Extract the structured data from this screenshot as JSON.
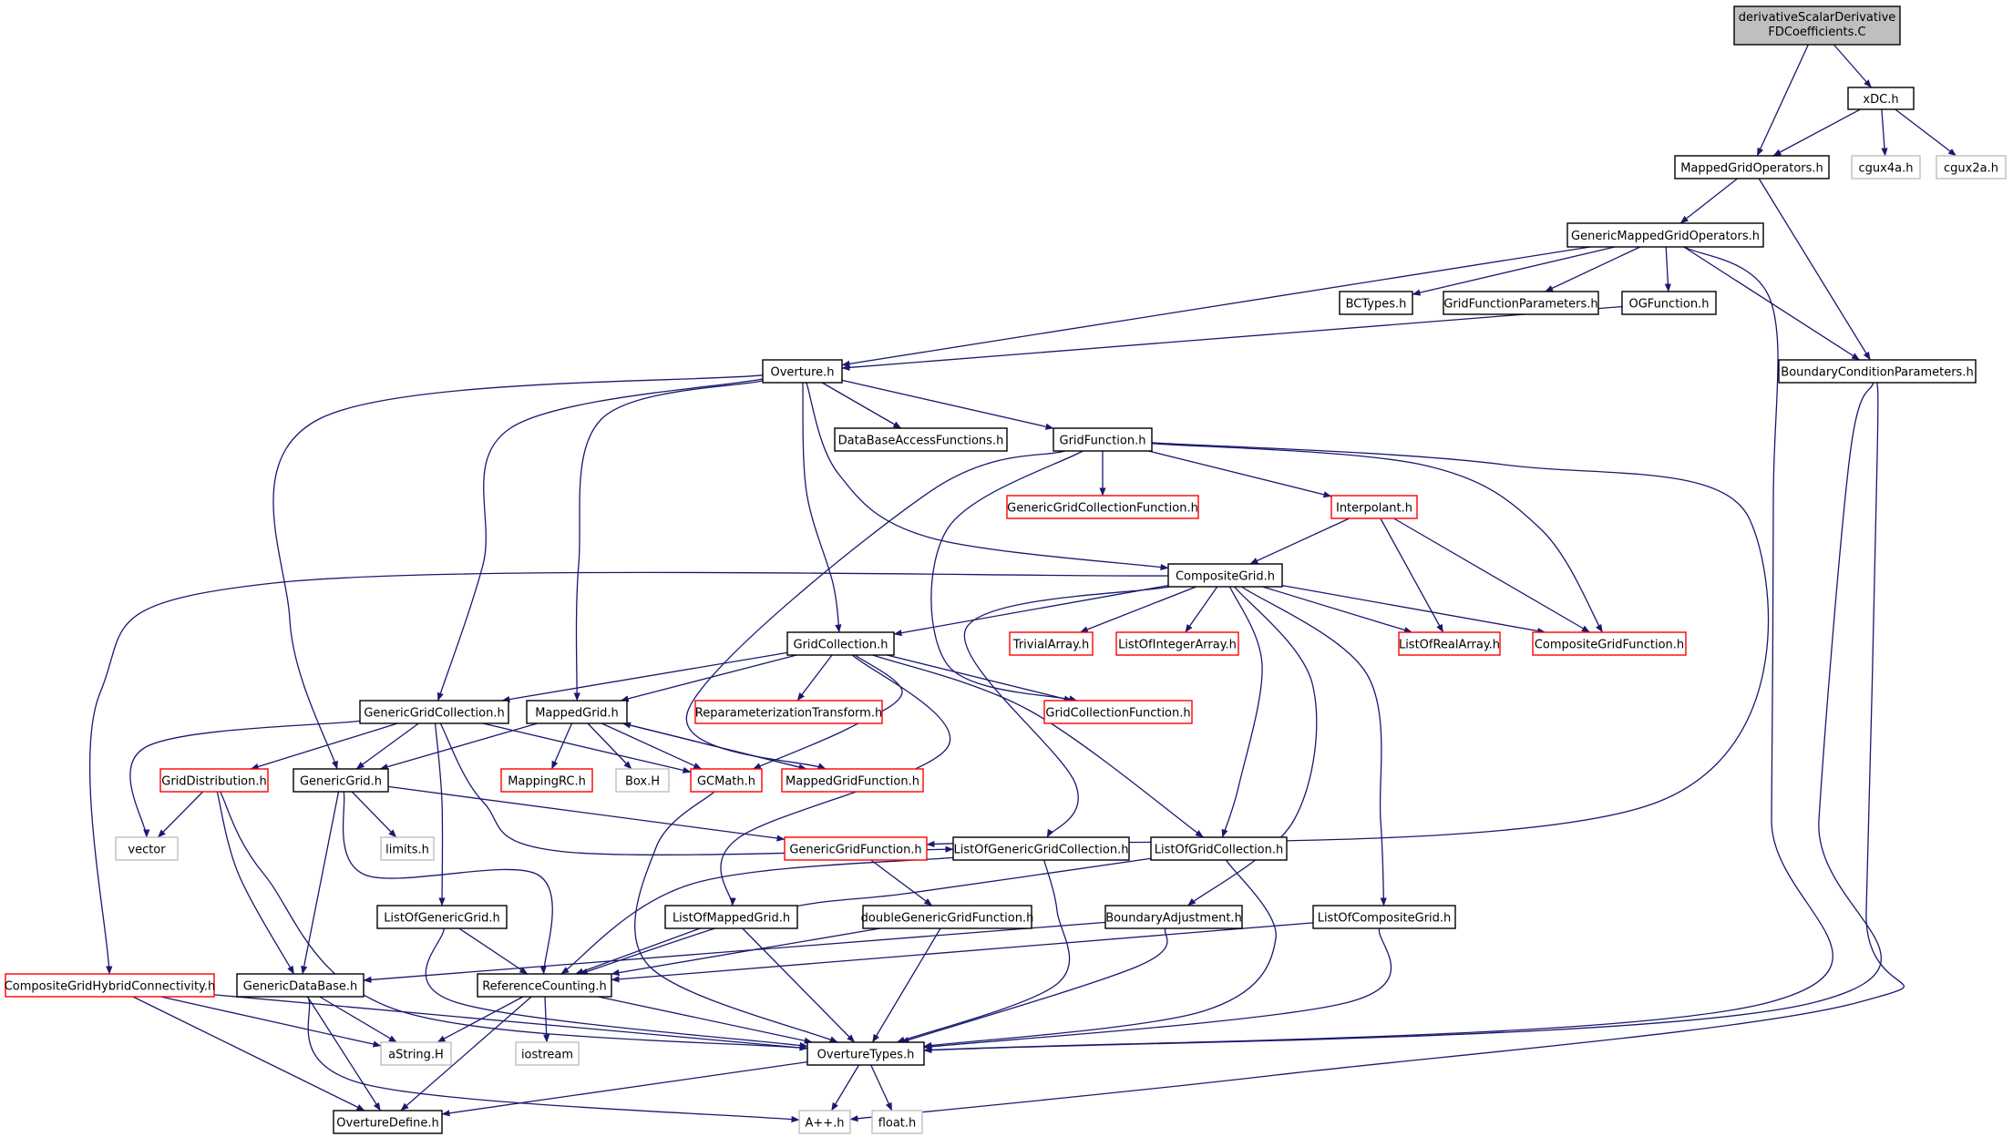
{
  "colors": {
    "edge": "#191970",
    "documented_border": "#000000",
    "red_border": "#ff0000",
    "external_border": "#bfbfbf",
    "root_fill": "#bfbfbf",
    "node_fill": "#ffffff"
  },
  "nodes": [
    {
      "id": "root",
      "label": "derivativeScalarDerivative",
      "label2": "FDCoefficients.C",
      "kind": "root"
    },
    {
      "id": "xDC",
      "label": "xDC.h",
      "kind": "doc"
    },
    {
      "id": "MGO",
      "label": "MappedGridOperators.h",
      "kind": "doc"
    },
    {
      "id": "cgux4a",
      "label": "cgux4a.h",
      "kind": "ext"
    },
    {
      "id": "cgux2a",
      "label": "cgux2a.h",
      "kind": "ext"
    },
    {
      "id": "GMGO",
      "label": "GenericMappedGridOperators.h",
      "kind": "doc"
    },
    {
      "id": "BCTypes",
      "label": "BCTypes.h",
      "kind": "doc"
    },
    {
      "id": "GFP",
      "label": "GridFunctionParameters.h",
      "kind": "doc"
    },
    {
      "id": "OGF",
      "label": "OGFunction.h",
      "kind": "doc"
    },
    {
      "id": "Overture",
      "label": "Overture.h",
      "kind": "doc"
    },
    {
      "id": "BCP",
      "label": "BoundaryConditionParameters.h",
      "kind": "doc"
    },
    {
      "id": "DBAF",
      "label": "DataBaseAccessFunctions.h",
      "kind": "doc"
    },
    {
      "id": "GridFunction",
      "label": "GridFunction.h",
      "kind": "doc"
    },
    {
      "id": "GGCF",
      "label": "GenericGridCollectionFunction.h",
      "kind": "red"
    },
    {
      "id": "Interpolant",
      "label": "Interpolant.h",
      "kind": "red"
    },
    {
      "id": "CompositeGrid",
      "label": "CompositeGrid.h",
      "kind": "doc"
    },
    {
      "id": "GridCollection",
      "label": "GridCollection.h",
      "kind": "doc"
    },
    {
      "id": "TrivialArray",
      "label": "TrivialArray.h",
      "kind": "red"
    },
    {
      "id": "LOIA",
      "label": "ListOfIntegerArray.h",
      "kind": "red"
    },
    {
      "id": "LORA",
      "label": "ListOfRealArray.h",
      "kind": "red"
    },
    {
      "id": "CGF",
      "label": "CompositeGridFunction.h",
      "kind": "red"
    },
    {
      "id": "GGC",
      "label": "GenericGridCollection.h",
      "kind": "doc"
    },
    {
      "id": "MappedGrid",
      "label": "MappedGrid.h",
      "kind": "doc"
    },
    {
      "id": "RPT",
      "label": "ReparameterizationTransform.h",
      "kind": "red"
    },
    {
      "id": "GCF",
      "label": "GridCollectionFunction.h",
      "kind": "red"
    },
    {
      "id": "GridDist",
      "label": "GridDistribution.h",
      "kind": "red"
    },
    {
      "id": "GenericGrid",
      "label": "GenericGrid.h",
      "kind": "doc"
    },
    {
      "id": "MappingRC",
      "label": "MappingRC.h",
      "kind": "red"
    },
    {
      "id": "BoxH",
      "label": "Box.H",
      "kind": "ext"
    },
    {
      "id": "GCMath",
      "label": "GCMath.h",
      "kind": "red"
    },
    {
      "id": "MGF",
      "label": "MappedGridFunction.h",
      "kind": "red"
    },
    {
      "id": "vector",
      "label": "vector",
      "kind": "ext"
    },
    {
      "id": "limits",
      "label": "limits.h",
      "kind": "ext"
    },
    {
      "id": "GGF",
      "label": "GenericGridFunction.h",
      "kind": "red"
    },
    {
      "id": "LOGGC",
      "label": "ListOfGenericGridCollection.h",
      "kind": "doc"
    },
    {
      "id": "LOGC",
      "label": "ListOfGridCollection.h",
      "kind": "doc"
    },
    {
      "id": "LOGG",
      "label": "ListOfGenericGrid.h",
      "kind": "doc"
    },
    {
      "id": "LOMG",
      "label": "ListOfMappedGrid.h",
      "kind": "doc"
    },
    {
      "id": "dGGF",
      "label": "doubleGenericGridFunction.h",
      "kind": "doc"
    },
    {
      "id": "BA",
      "label": "BoundaryAdjustment.h",
      "kind": "doc"
    },
    {
      "id": "LOCG",
      "label": "ListOfCompositeGrid.h",
      "kind": "doc"
    },
    {
      "id": "CGHC",
      "label": "CompositeGridHybridConnectivity.h",
      "kind": "red"
    },
    {
      "id": "GDB",
      "label": "GenericDataBase.h",
      "kind": "doc"
    },
    {
      "id": "RC",
      "label": "ReferenceCounting.h",
      "kind": "doc"
    },
    {
      "id": "aString",
      "label": "aString.H",
      "kind": "ext"
    },
    {
      "id": "iostream",
      "label": "iostream",
      "kind": "ext"
    },
    {
      "id": "OTypes",
      "label": "OvertureTypes.h",
      "kind": "doc"
    },
    {
      "id": "ODefine",
      "label": "OvertureDefine.h",
      "kind": "doc"
    },
    {
      "id": "App",
      "label": "A++.h",
      "kind": "ext"
    },
    {
      "id": "float",
      "label": "float.h",
      "kind": "ext"
    }
  ]
}
